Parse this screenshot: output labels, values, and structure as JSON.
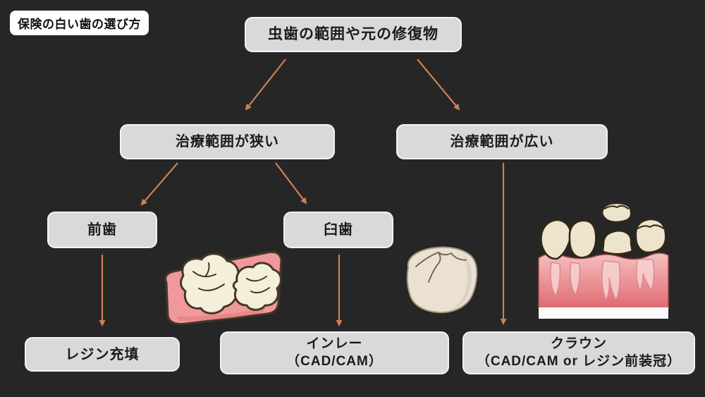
{
  "title_badge": "保険の白い歯の選び方",
  "nodes": {
    "root": {
      "label": "虫歯の範囲や元の修復物"
    },
    "narrow": {
      "label": "治療範囲が狭い"
    },
    "wide": {
      "label": "治療範囲が広い"
    },
    "front": {
      "label": "前歯"
    },
    "molar": {
      "label": "臼歯"
    },
    "resin": {
      "label": "レジン充填"
    },
    "inlay": {
      "line1": "インレー",
      "line2": "（CAD/CAM）"
    },
    "crown": {
      "line1": "クラウン",
      "line2": "（CAD/CAM or レジン前装冠）"
    }
  },
  "illustrations": {
    "molars_on_gum": "二本の臼歯と歯ぐきのイラスト",
    "single_molar": "臼歯の被せ物のイラスト",
    "crown_placement": "クラウン装着のイラスト"
  },
  "colors": {
    "background": "#262626",
    "node-fill": "#d9d9d9",
    "node-border": "#f2f2f2",
    "node-text": "#1b1b1b",
    "arrow": "#cd8152",
    "badge-fill": "#ffffff"
  }
}
